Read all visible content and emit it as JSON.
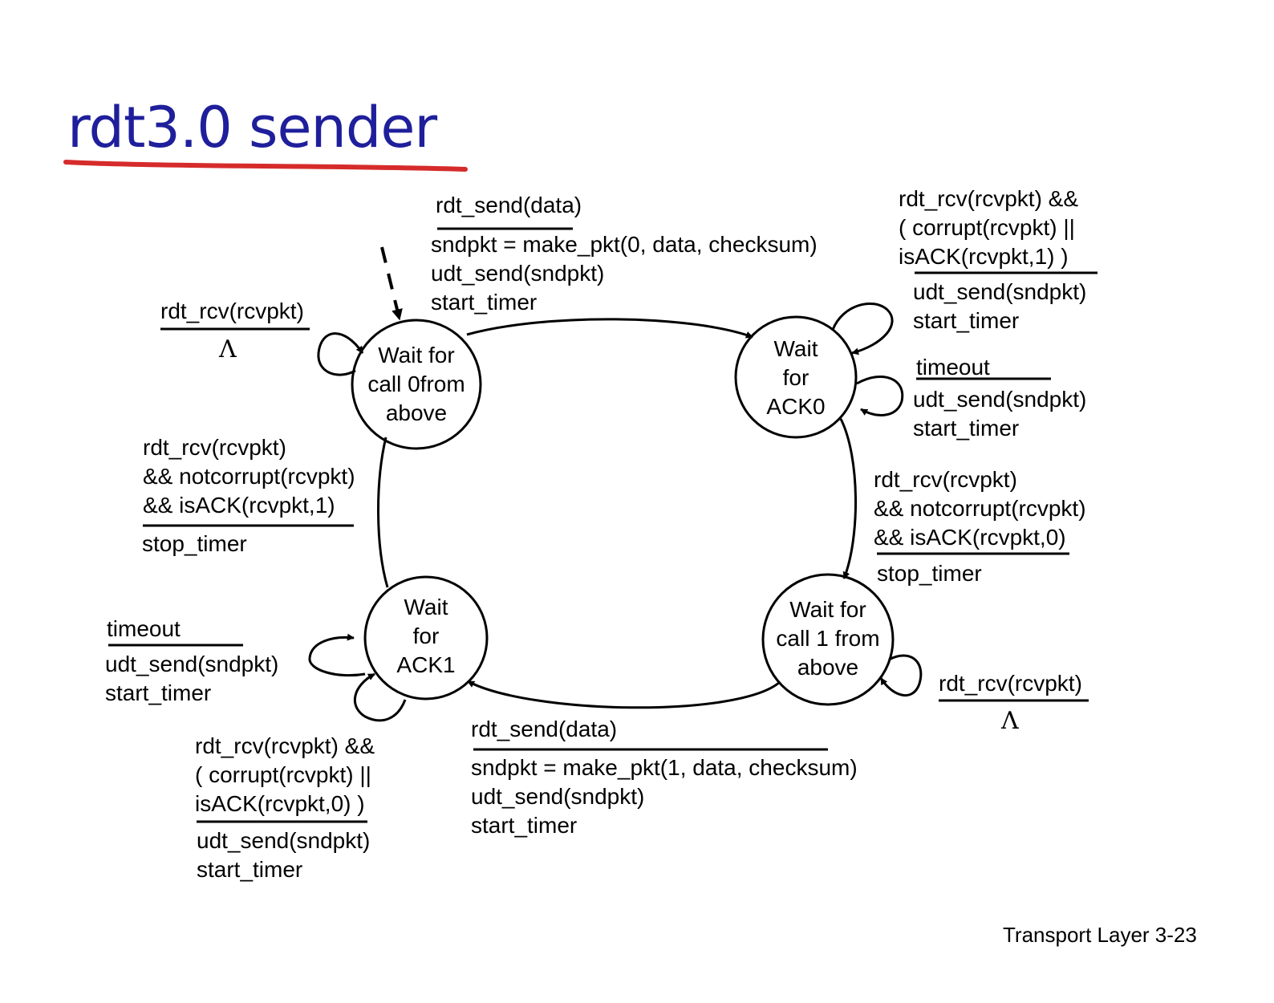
{
  "title": "rdt3.0 sender",
  "colors": {
    "title": "#1f1f9c",
    "title_underline": "#d62b2b",
    "ink": "#000000"
  },
  "states": {
    "wait_call0": [
      "Wait for",
      "call 0from",
      "above"
    ],
    "wait_ack0": [
      "Wait",
      "for",
      "ACK0"
    ],
    "wait_call1": [
      "Wait for",
      "call 1 from",
      "above"
    ],
    "wait_ack1": [
      "Wait",
      "for",
      "ACK1"
    ]
  },
  "transitions": {
    "call0_to_ack0": {
      "event": "rdt_send(data)",
      "actions": [
        "sndpkt = make_pkt(0, data, checksum)",
        "udt_send(sndpkt)",
        "start_timer"
      ]
    },
    "call0_self": {
      "event": "rdt_rcv(rcvpkt)",
      "action": "Λ"
    },
    "ack0_self_corrupt": {
      "event": [
        "rdt_rcv(rcvpkt) &&",
        "( corrupt(rcvpkt) ||",
        "isACK(rcvpkt,1) )"
      ],
      "actions": [
        "udt_send(sndpkt)",
        "start_timer"
      ]
    },
    "ack0_self_timeout": {
      "event": "timeout",
      "actions": [
        "udt_send(sndpkt)",
        "start_timer"
      ]
    },
    "ack0_to_call1": {
      "event": [
        "rdt_rcv(rcvpkt)",
        "&& notcorrupt(rcvpkt)",
        "&& isACK(rcvpkt,0)"
      ],
      "action": "stop_timer"
    },
    "call1_self": {
      "event": "rdt_rcv(rcvpkt)",
      "action": "Λ"
    },
    "call1_to_ack1": {
      "event": "rdt_send(data)",
      "actions": [
        "sndpkt = make_pkt(1, data, checksum)",
        "udt_send(sndpkt)",
        "start_timer"
      ]
    },
    "ack1_self_timeout": {
      "event": "timeout",
      "actions": [
        "udt_send(sndpkt)",
        "start_timer"
      ]
    },
    "ack1_self_corrupt": {
      "event": [
        "rdt_rcv(rcvpkt) &&",
        "( corrupt(rcvpkt) ||",
        "isACK(rcvpkt,0) )"
      ],
      "actions": [
        "udt_send(sndpkt)",
        "start_timer"
      ]
    },
    "ack1_to_call0": {
      "event": [
        "rdt_rcv(rcvpkt)",
        "&& notcorrupt(rcvpkt)",
        "&& isACK(rcvpkt,1)"
      ],
      "action": "stop_timer"
    }
  },
  "footer": "Transport Layer 3-23"
}
